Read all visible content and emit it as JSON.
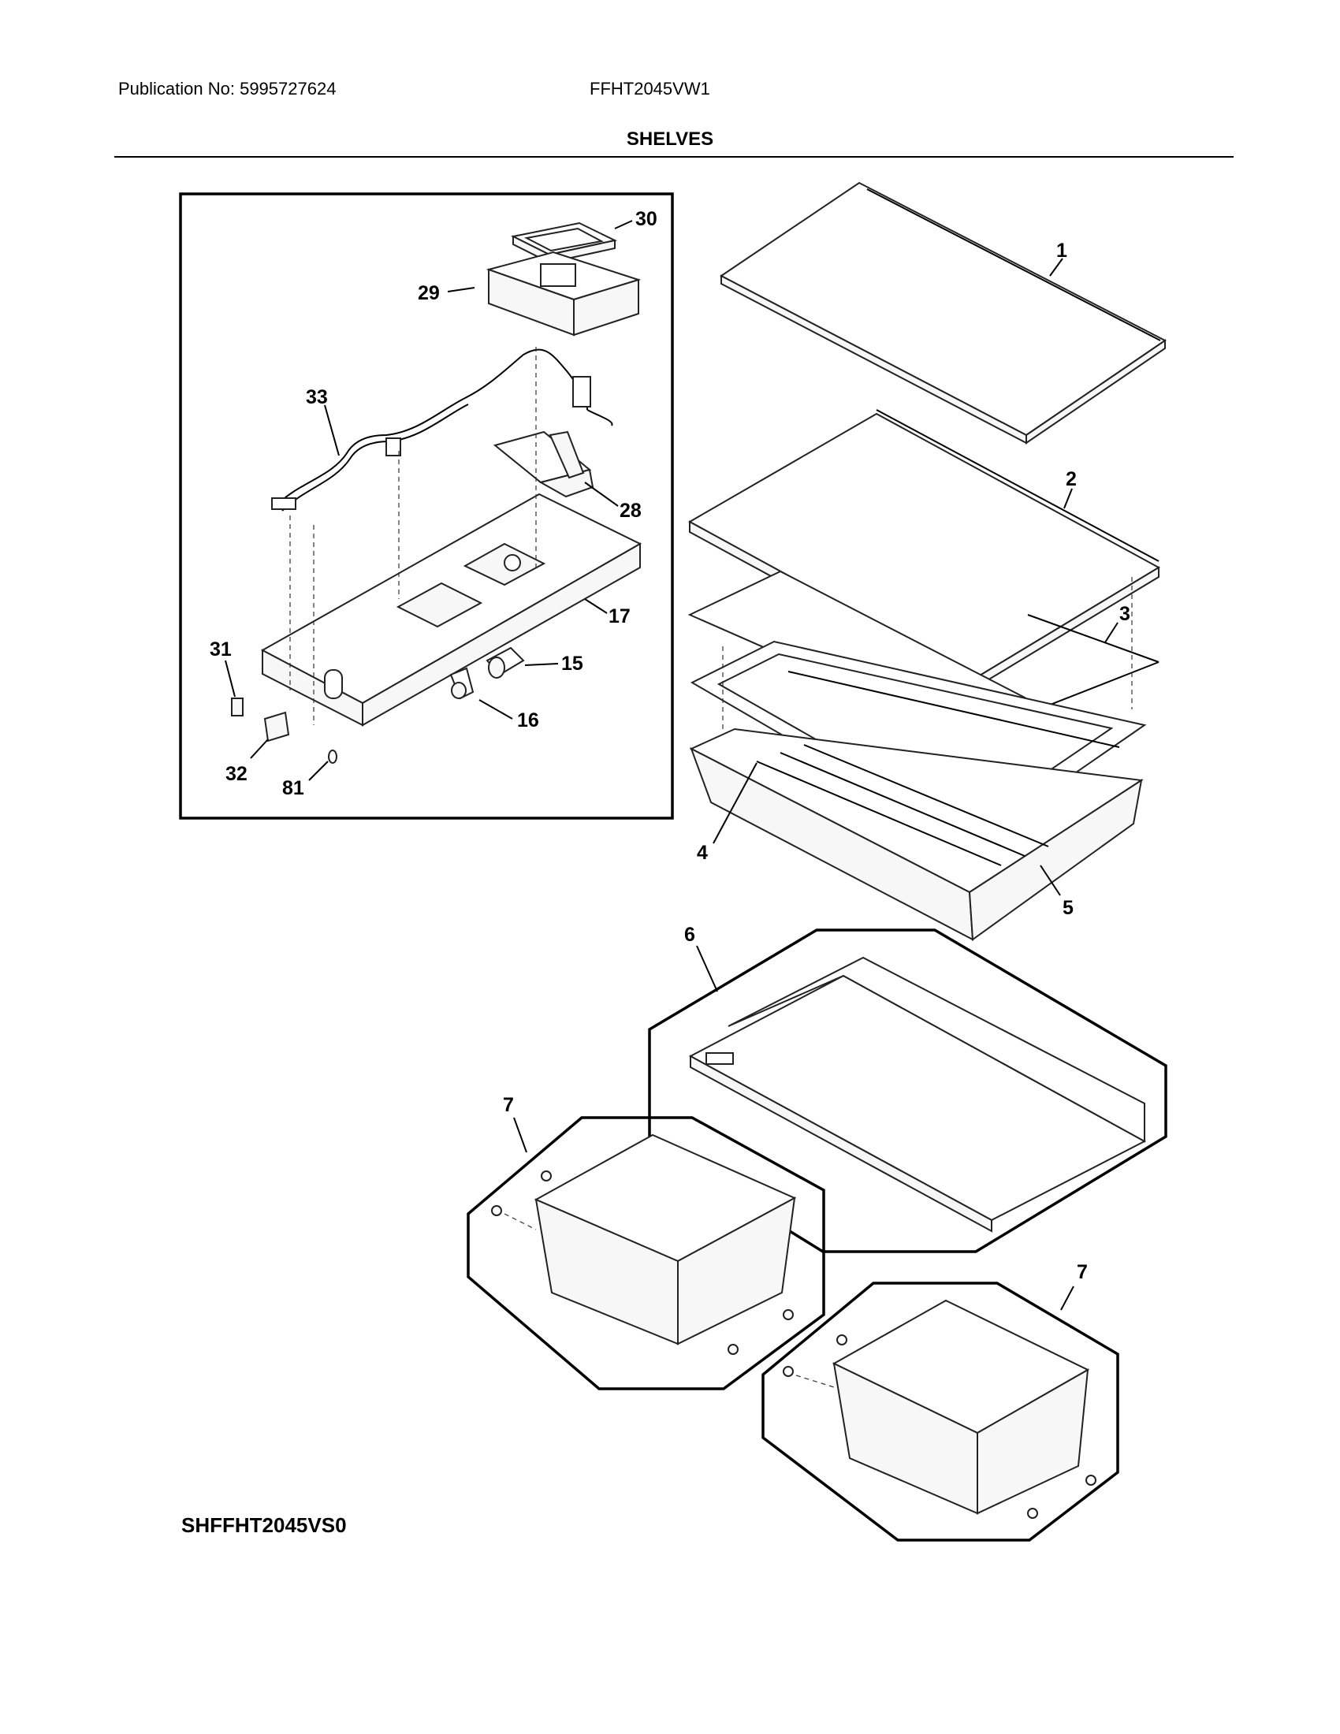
{
  "header": {
    "publication": "Publication No: 5995727624",
    "model": "FFHT2045VW1",
    "title": "SHELVES"
  },
  "footer": {
    "diagram_code": "SHFFHT2045VS0"
  },
  "callouts": [
    {
      "id": "c1",
      "text": "1"
    },
    {
      "id": "c2",
      "text": "2"
    },
    {
      "id": "c3",
      "text": "3"
    },
    {
      "id": "c4",
      "text": "4"
    },
    {
      "id": "c5",
      "text": "5"
    },
    {
      "id": "c6",
      "text": "6"
    },
    {
      "id": "c7a",
      "text": "7"
    },
    {
      "id": "c7b",
      "text": "7"
    },
    {
      "id": "c15",
      "text": "15"
    },
    {
      "id": "c16",
      "text": "16"
    },
    {
      "id": "c17",
      "text": "17"
    },
    {
      "id": "c28",
      "text": "28"
    },
    {
      "id": "c29",
      "text": "29"
    },
    {
      "id": "c30",
      "text": "30"
    },
    {
      "id": "c31",
      "text": "31"
    },
    {
      "id": "c32",
      "text": "32"
    },
    {
      "id": "c33",
      "text": "33"
    },
    {
      "id": "c81",
      "text": "81"
    }
  ]
}
